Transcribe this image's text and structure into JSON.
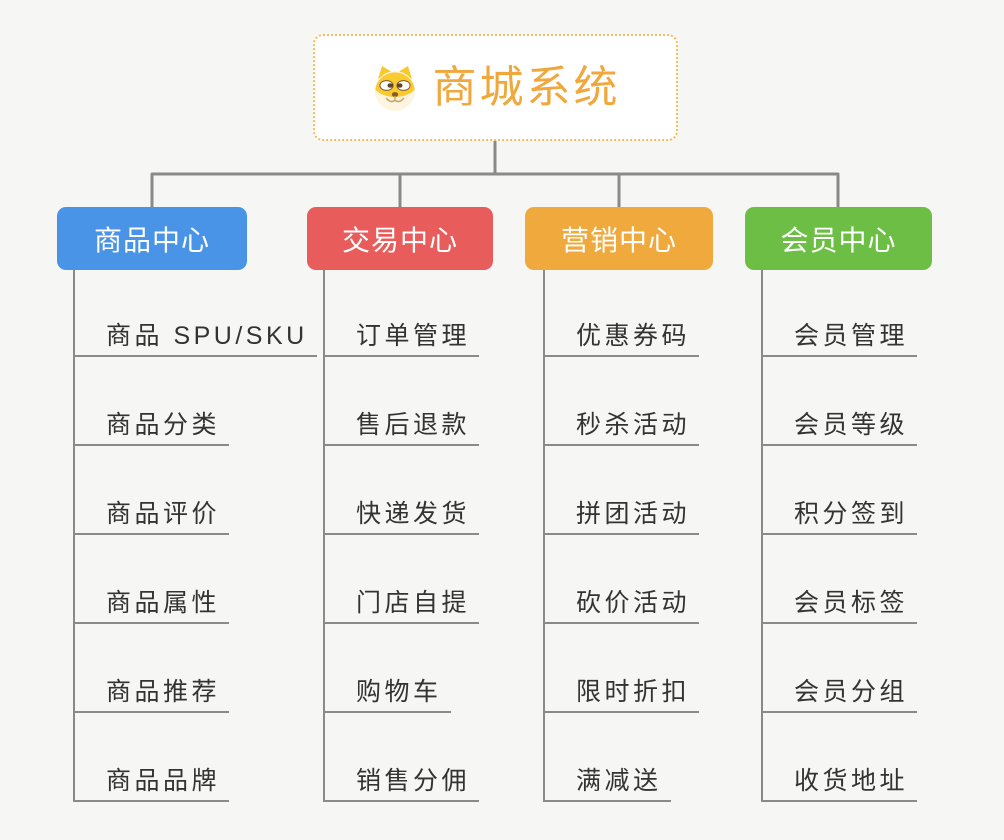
{
  "root": {
    "title": "商城系统",
    "icon": "dog-icon",
    "title_color": "#f0a73c",
    "border_color": "#f6be59"
  },
  "connector_color": "#8a8a8a",
  "branches": [
    {
      "label": "商品中心",
      "color": "#4a94e8",
      "items": [
        "商品 SPU/SKU",
        "商品分类",
        "商品评价",
        "商品属性",
        "商品推荐",
        "商品品牌"
      ]
    },
    {
      "label": "交易中心",
      "color": "#e85c5c",
      "items": [
        "订单管理",
        "售后退款",
        "快递发货",
        "门店自提",
        "购物车",
        "销售分佣"
      ]
    },
    {
      "label": "营销中心",
      "color": "#efa93d",
      "items": [
        "优惠券码",
        "秒杀活动",
        "拼团活动",
        "砍价活动",
        "限时折扣",
        "满减送"
      ]
    },
    {
      "label": "会员中心",
      "color": "#6cbe45",
      "items": [
        "会员管理",
        "会员等级",
        "积分签到",
        "会员标签",
        "会员分组",
        "收货地址"
      ]
    }
  ]
}
